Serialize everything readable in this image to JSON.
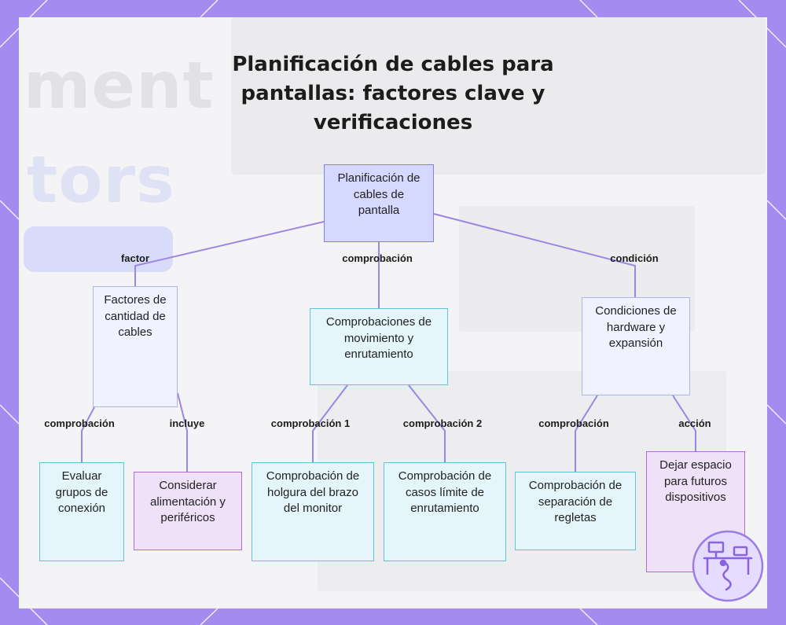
{
  "title": "Planificación de cables para pantallas: factores clave y verificaciones",
  "background_text": [
    "ment",
    "tors"
  ],
  "colors": {
    "background": "#a48bf0",
    "edge": "#9d86e3",
    "root_fill": "#d6d9ff",
    "cyan_border": "#62c4d8",
    "purple_border": "#b06cd6"
  },
  "nodes": {
    "root": "Planificación de cables de pantalla",
    "factores": "Factores de cantidad de cables",
    "comprobaciones": "Comprobaciones de movimiento y enrutamiento",
    "condiciones": "Condiciones de hardware y expansión",
    "evaluar": "Evaluar grupos de conexión",
    "considerar": "Considerar alimentación y periféricos",
    "holgura": "Comprobación de holgura del brazo del monitor",
    "casos": "Comprobación de casos límite de enrutamiento",
    "regletas": "Comprobación de separación de regletas",
    "dejar": "Dejar espacio para futuros dispositivos"
  },
  "edge_labels": {
    "root_factores": "factor",
    "root_comprobaciones": "comprobación",
    "root_condiciones": "condición",
    "factores_evaluar": "comprobación",
    "factores_considerar": "incluye",
    "comprobaciones_holgura": "comprobación 1",
    "comprobaciones_casos": "comprobación 2",
    "condiciones_regletas": "comprobación",
    "condiciones_dejar": "acción"
  },
  "logo_icon": "desk-setup-logo-icon"
}
